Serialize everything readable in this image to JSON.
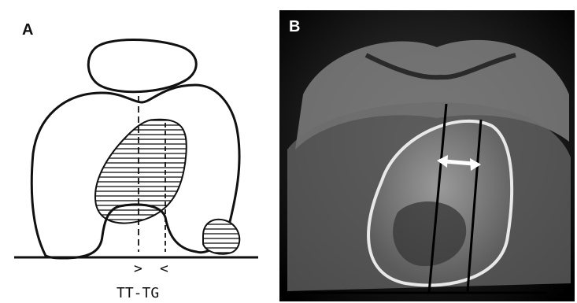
{
  "panels": [
    {
      "label": "A",
      "caption": "TT-TG",
      "arrow_left": ">",
      "arrow_right": "<"
    },
    {
      "label": "B"
    }
  ],
  "colors": {
    "line": "#111111",
    "ct_bg": "#000000",
    "bone": "#bdbdbd",
    "marker": "#ffffff"
  }
}
